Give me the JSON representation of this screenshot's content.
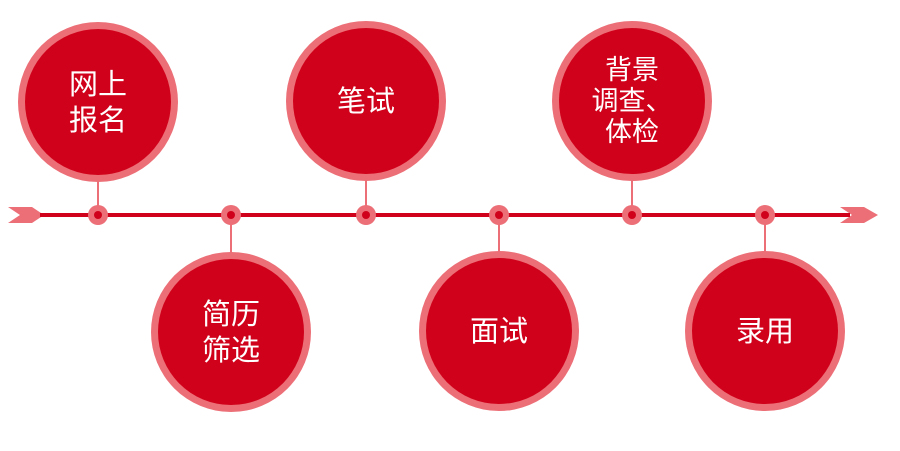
{
  "colors": {
    "main": "#d0021b",
    "ring": "#ec6f77",
    "text": "#ffffff"
  },
  "steps": [
    {
      "label": "网上\n报名"
    },
    {
      "label": "简历\n筛选"
    },
    {
      "label": "笔试"
    },
    {
      "label": "面试"
    },
    {
      "label": "背景\n调查、\n体检"
    },
    {
      "label": "录用"
    }
  ]
}
